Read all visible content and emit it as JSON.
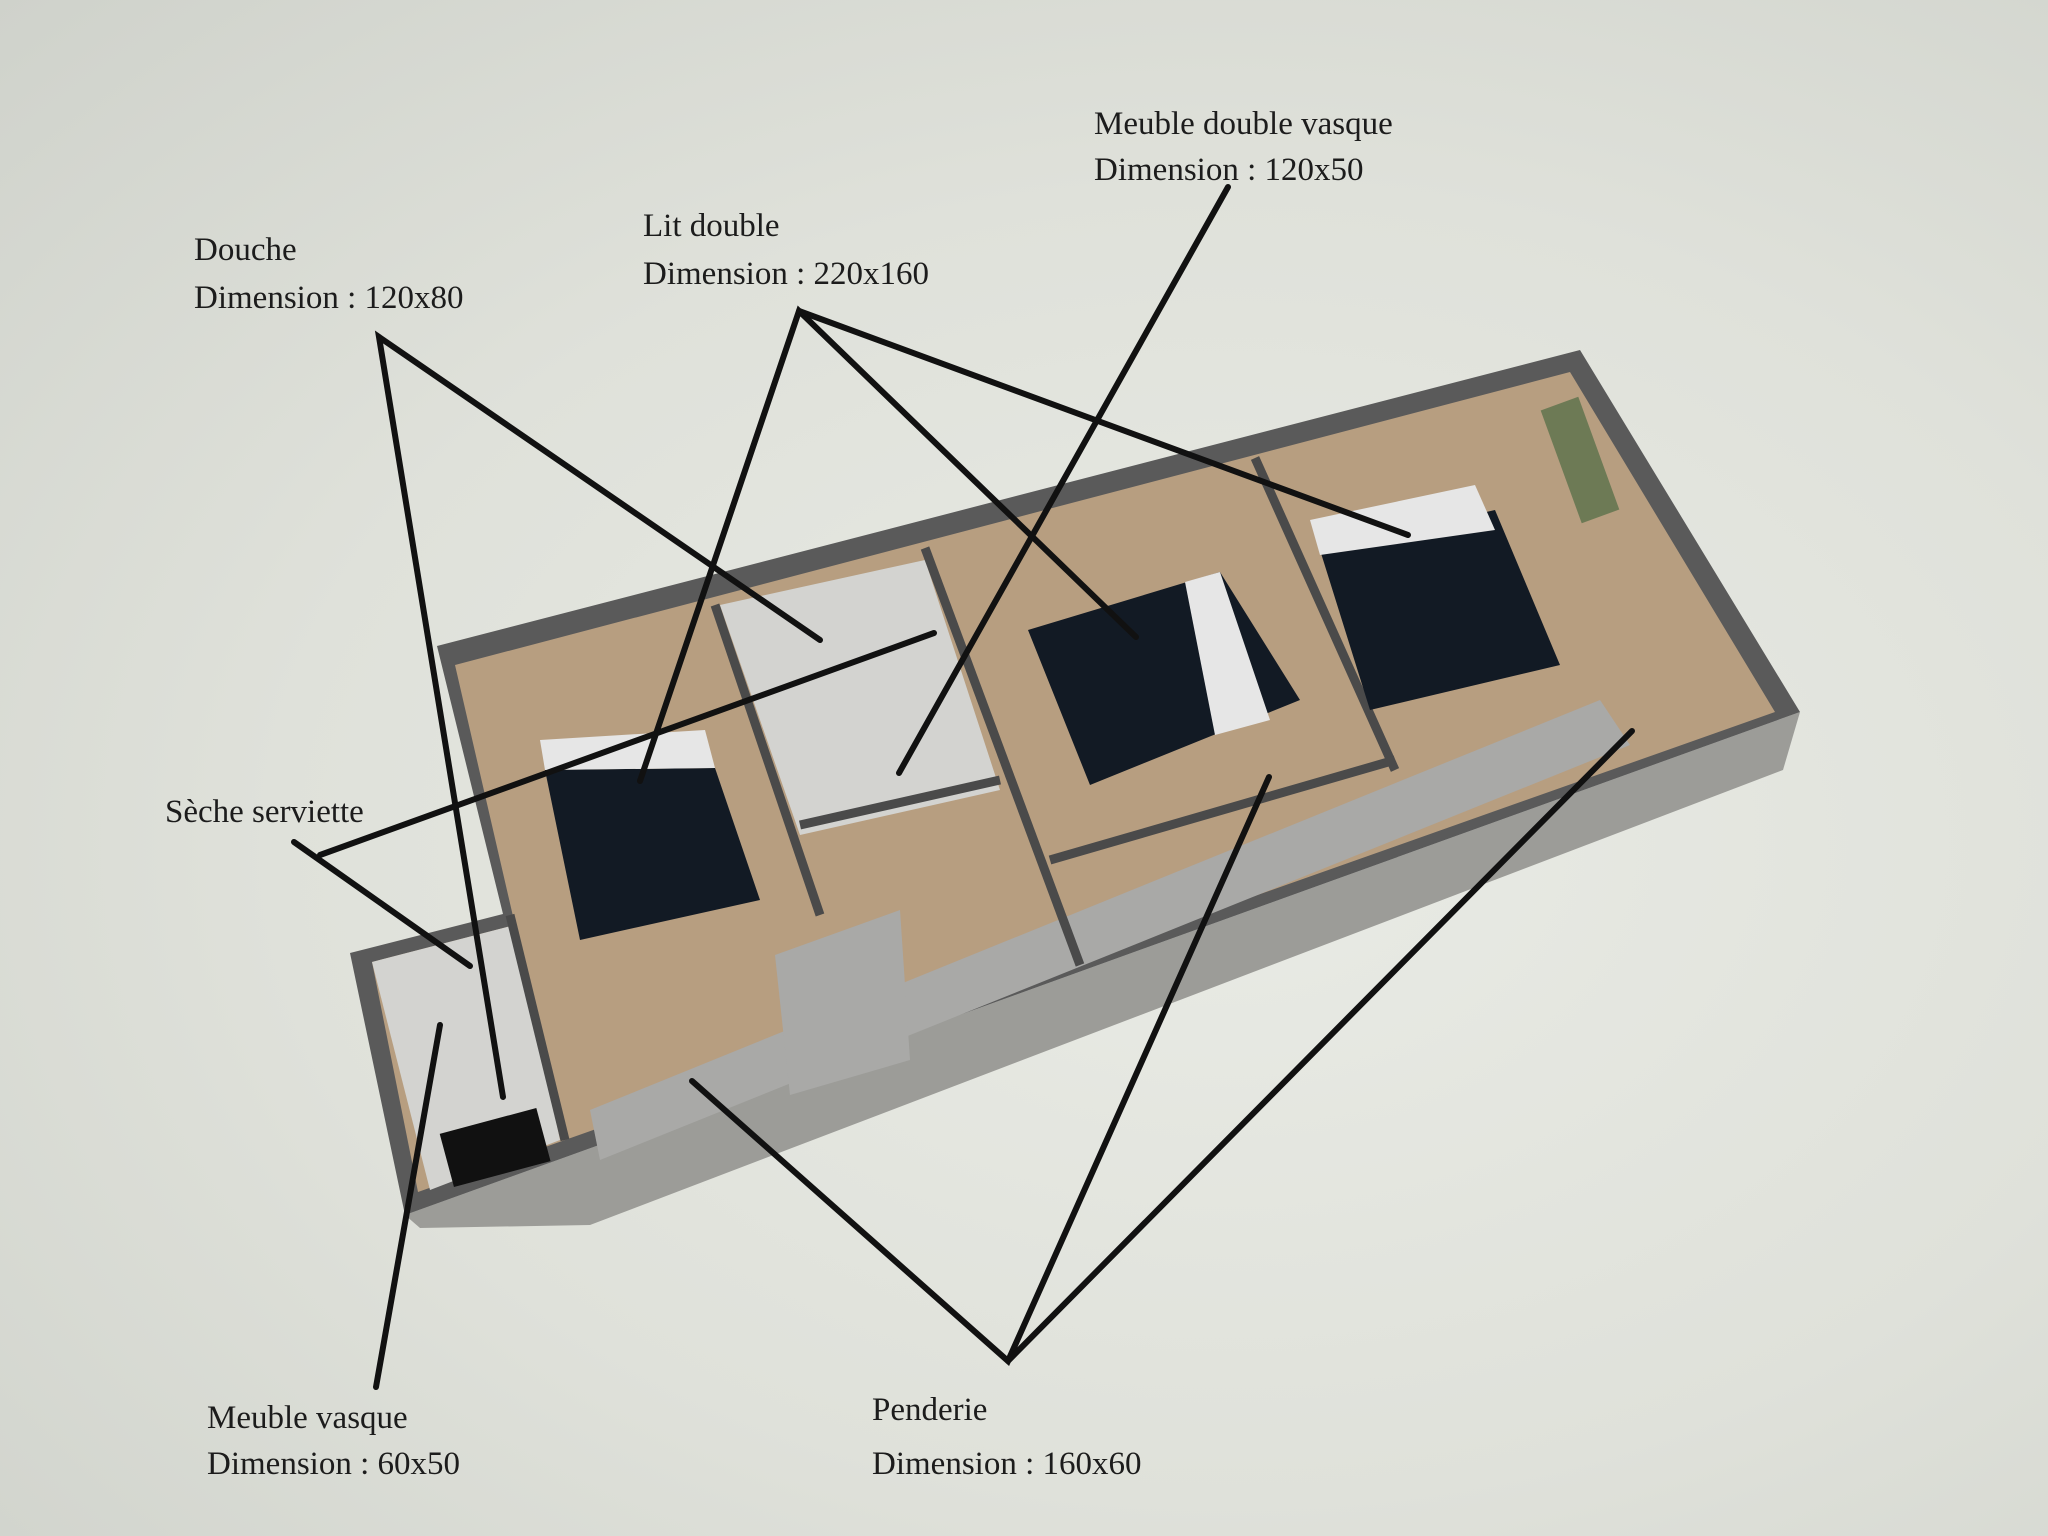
{
  "callouts": [
    {
      "id": "douche",
      "title": "Douche",
      "dimension": "Dimension : 120x80"
    },
    {
      "id": "lit-double",
      "title": "Lit double",
      "dimension": "Dimension : 220x160"
    },
    {
      "id": "meuble-double-vasque",
      "title": "Meuble double vasque",
      "dimension": "Dimension : 120x50"
    },
    {
      "id": "seche-serviette",
      "title": "Sèche serviette"
    },
    {
      "id": "meuble-vasque",
      "title": "Meuble vasque",
      "dimension": "Dimension : 60x50"
    },
    {
      "id": "penderie",
      "title": "Penderie",
      "dimension": "Dimension : 160x60"
    }
  ],
  "colors": {
    "wall": "#5a5a5a",
    "floor": "#b79e80",
    "bed": "#121a24",
    "leader": "#111111"
  }
}
